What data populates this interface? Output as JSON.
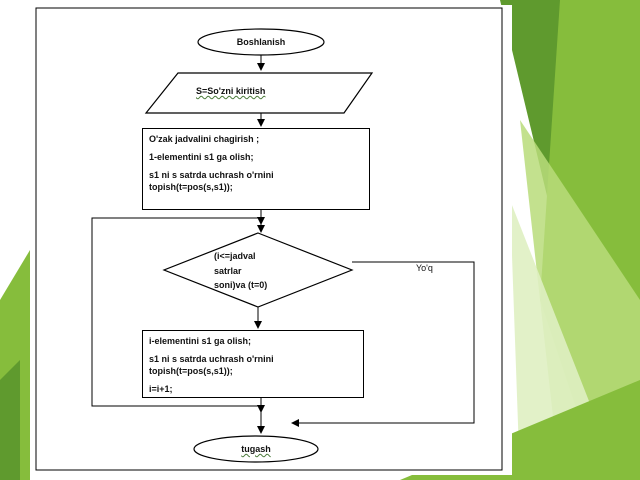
{
  "colors": {
    "slide_bg": "#ffffff",
    "green_dark": "#5f9a2e",
    "green_mid": "#86bd3c",
    "green_light": "#b8dc7a",
    "green_pale": "#dff0c2",
    "line": "#000000"
  },
  "flowchart": {
    "start": "Boshlanish",
    "input": "S=So'zni  kiritish",
    "process1": {
      "line1": "O'zak jadvalini chagirish ;",
      "line2": "1-elementini s1 ga olish;",
      "line3a": "s1  ni s satrda uchrash o'rnini",
      "line3b": "topish(t=pos(s,s1));"
    },
    "decision": {
      "line1": "(i<=jadval",
      "line2": "satrlar",
      "line3": "soni)va  (t=0)"
    },
    "no_label": "Yo'q",
    "process2": {
      "line1": "i-elementini s1 ga olish;",
      "line2a": "s1  ni s satrda uchrash o'rnini",
      "line2b": "topish(t=pos(s,s1));",
      "line3": "i=i+1;"
    },
    "end": "tugash"
  }
}
